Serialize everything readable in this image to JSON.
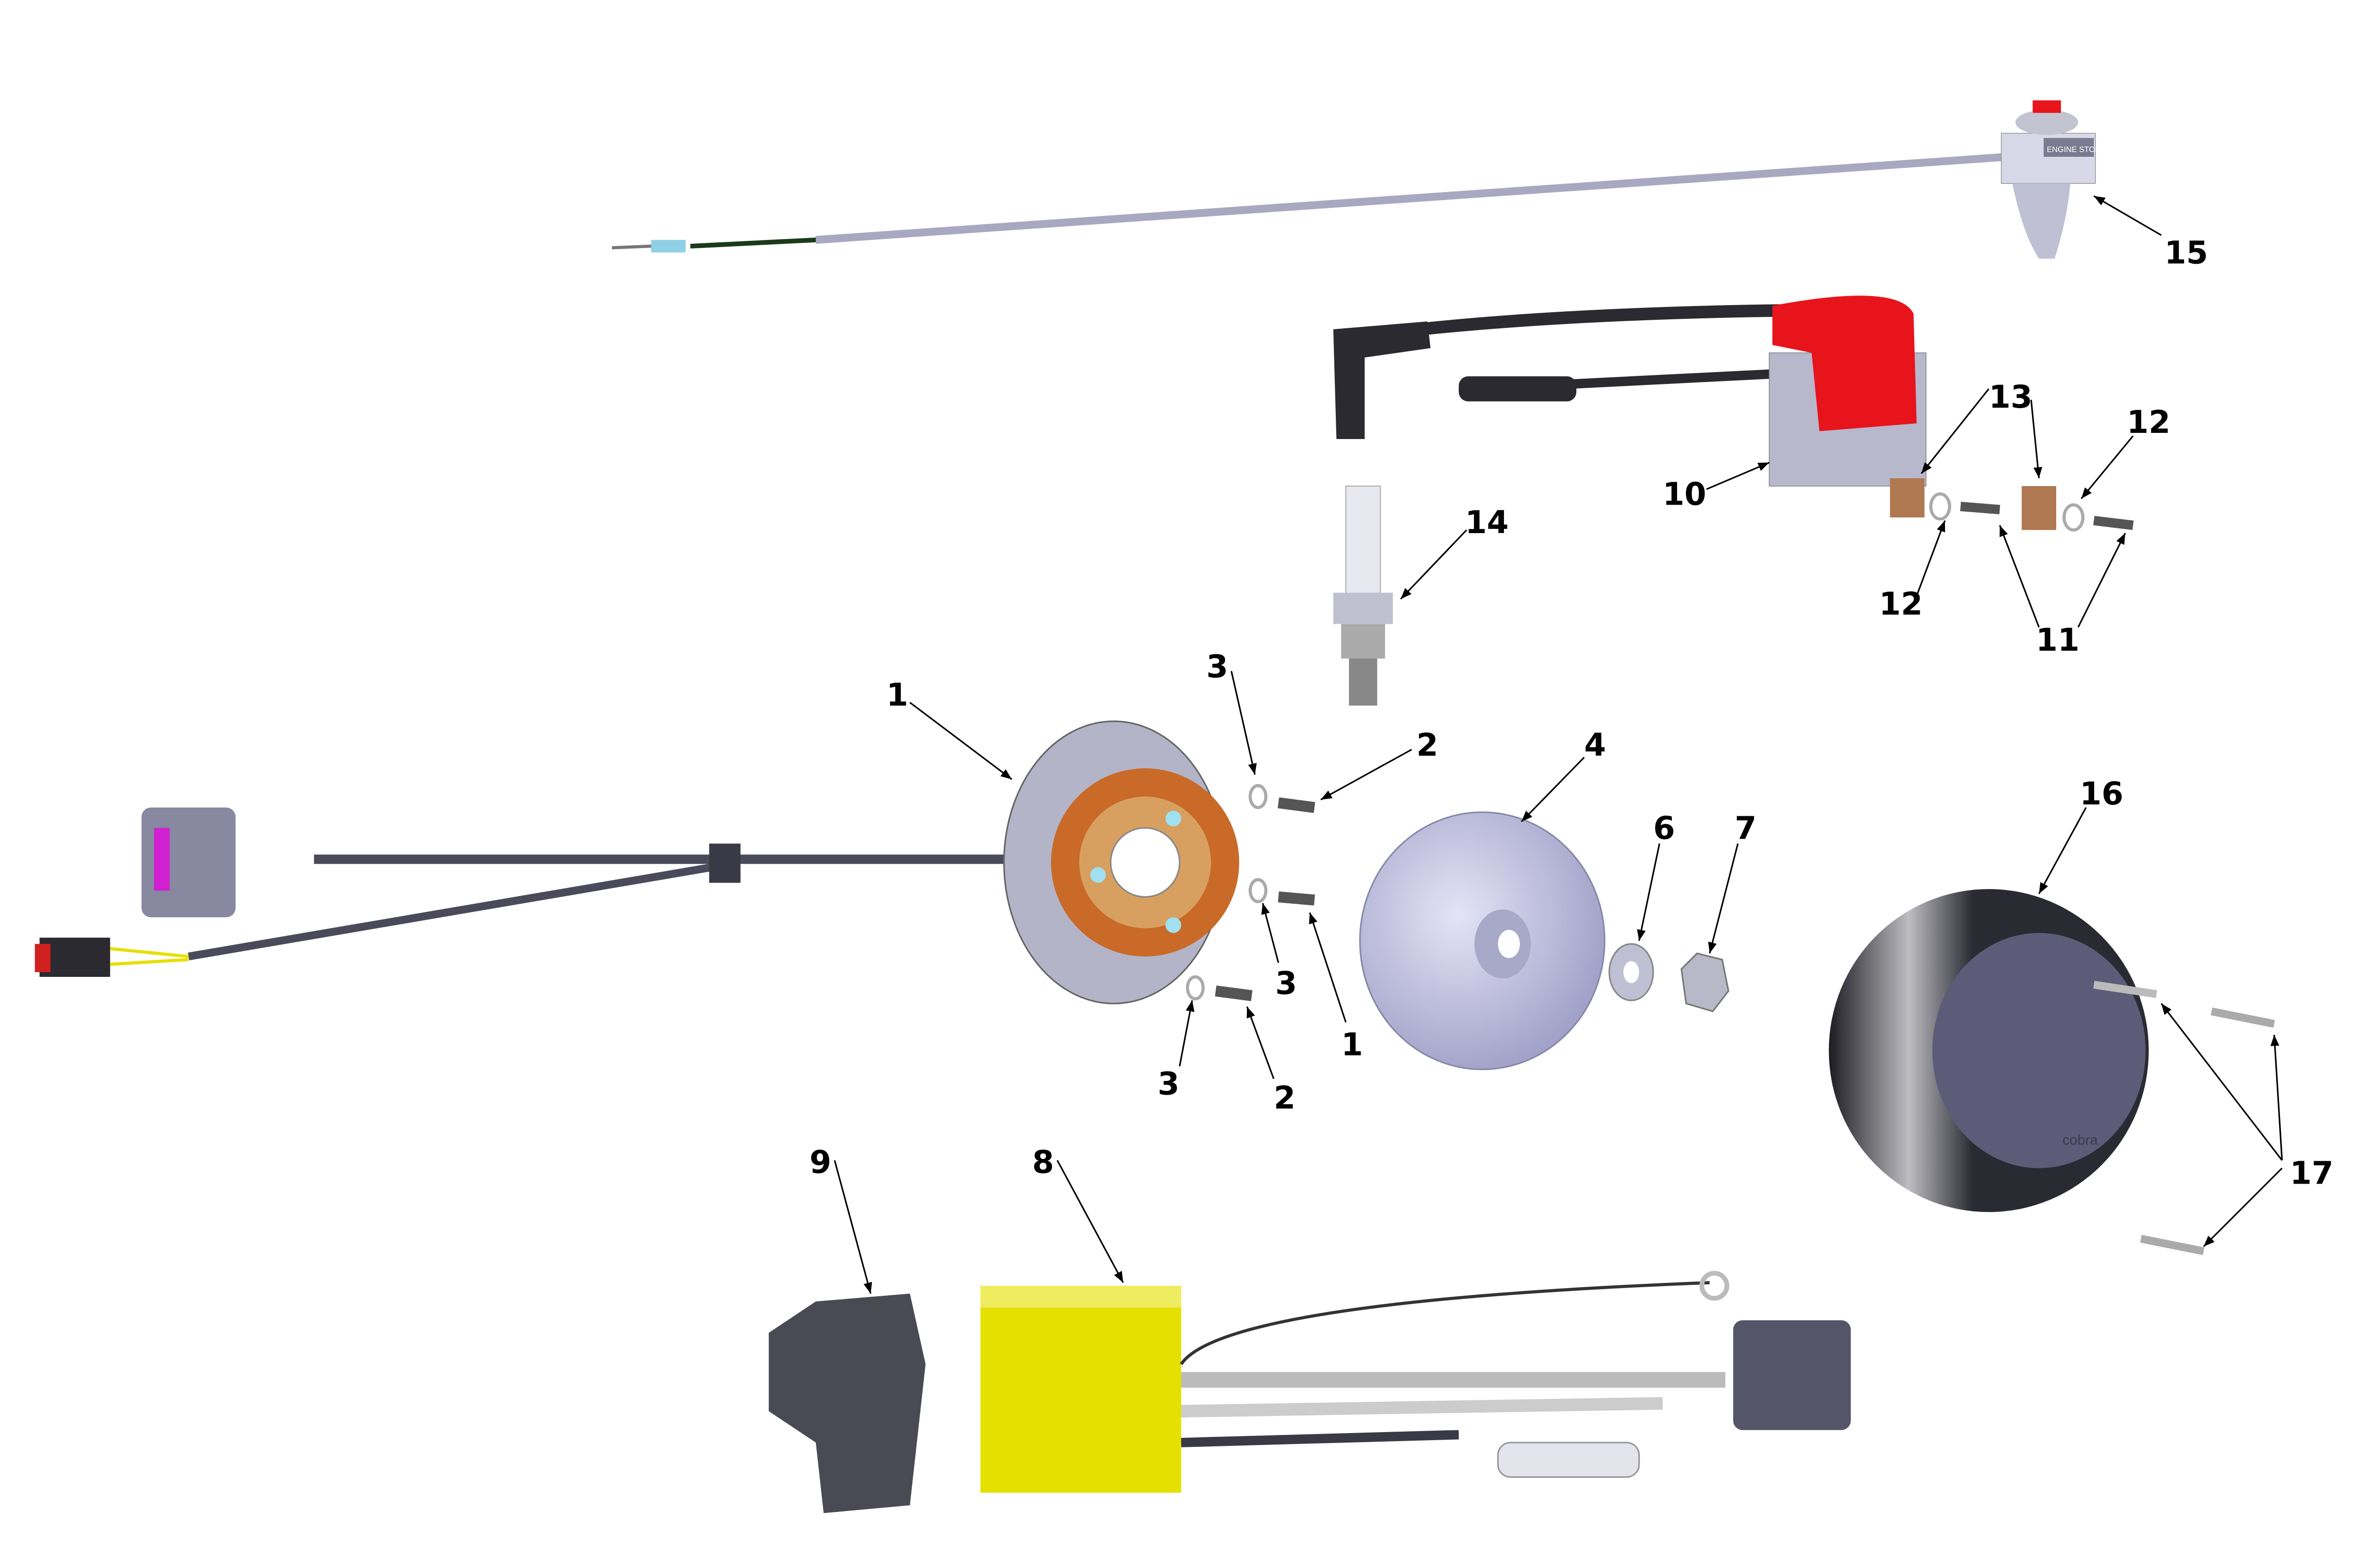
{
  "diagram": {
    "type": "exploded-parts-diagram",
    "switch_text": "ENGINE STOP",
    "cover_logo": "cobra",
    "callouts": [
      {
        "id": "c15",
        "label": "15"
      },
      {
        "id": "c13",
        "label": "13"
      },
      {
        "id": "c12a",
        "label": "12"
      },
      {
        "id": "c12b",
        "label": "12"
      },
      {
        "id": "c11",
        "label": "11"
      },
      {
        "id": "c10",
        "label": "10"
      },
      {
        "id": "c14",
        "label": "14"
      },
      {
        "id": "c1a",
        "label": "1"
      },
      {
        "id": "c1b",
        "label": "1"
      },
      {
        "id": "c3a",
        "label": "3"
      },
      {
        "id": "c3b",
        "label": "3"
      },
      {
        "id": "c3c",
        "label": "3"
      },
      {
        "id": "c2a",
        "label": "2"
      },
      {
        "id": "c2b",
        "label": "2"
      },
      {
        "id": "c4",
        "label": "4"
      },
      {
        "id": "c6",
        "label": "6"
      },
      {
        "id": "c7",
        "label": "7"
      },
      {
        "id": "c16",
        "label": "16"
      },
      {
        "id": "c17",
        "label": "17"
      },
      {
        "id": "c9",
        "label": "9"
      },
      {
        "id": "c8",
        "label": "8"
      }
    ],
    "colors": {
      "coil": "#e8141b",
      "stator_winding": "#c96a28",
      "cdi_box": "#e6e000",
      "metal": "#c8c8e0",
      "cover": "#3c3c48"
    }
  }
}
